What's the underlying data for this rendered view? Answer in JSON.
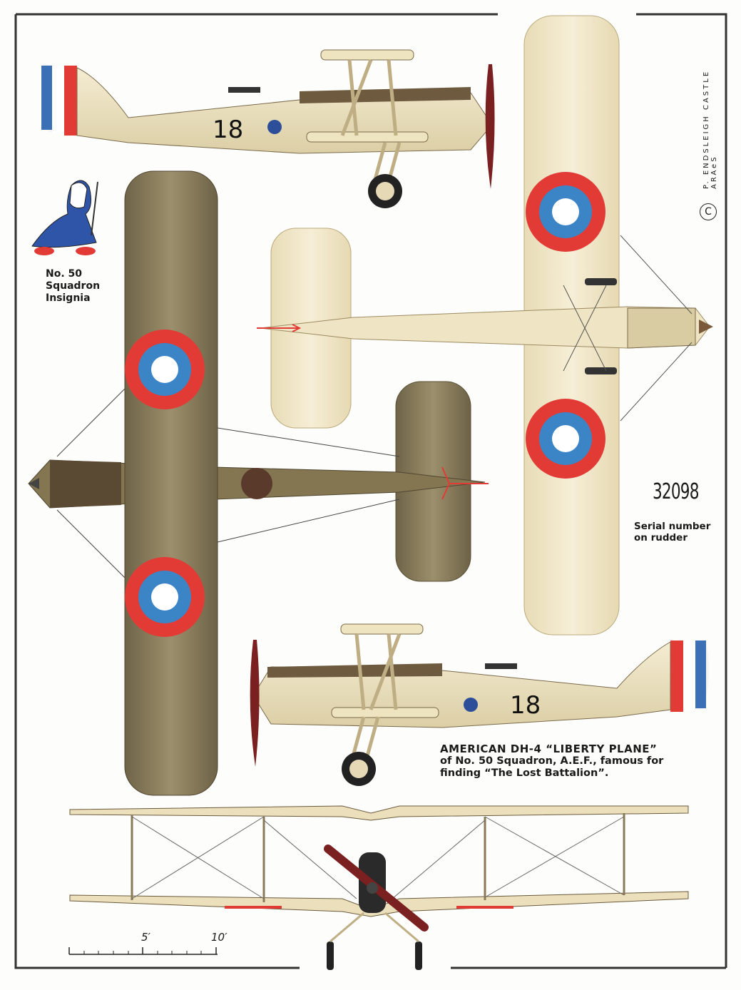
{
  "insignia_caption": {
    "line1": "No. 50",
    "line2": "Squadron",
    "line3": "Insignia"
  },
  "fuselage_number": "18",
  "serial": {
    "number": "32098",
    "caption_line1": "Serial number",
    "caption_line2": "on rudder"
  },
  "caption": {
    "line1": "AMERICAN DH-4 “LIBERTY PLANE”",
    "line2": "of No. 50 Squadron, A.E.F., famous for",
    "line3": "finding “The Lost Battalion”."
  },
  "credit": "P. ENDSLEIGH CASTLE ARAeS",
  "copyright_symbol": "C",
  "scale": {
    "mark1": "5′",
    "mark2": "10′"
  },
  "colors": {
    "cream": "#efe5c4",
    "olive_drab": "#8c7f5e",
    "roundel_red": "#e23b36",
    "roundel_blue": "#3b85c6"
  }
}
